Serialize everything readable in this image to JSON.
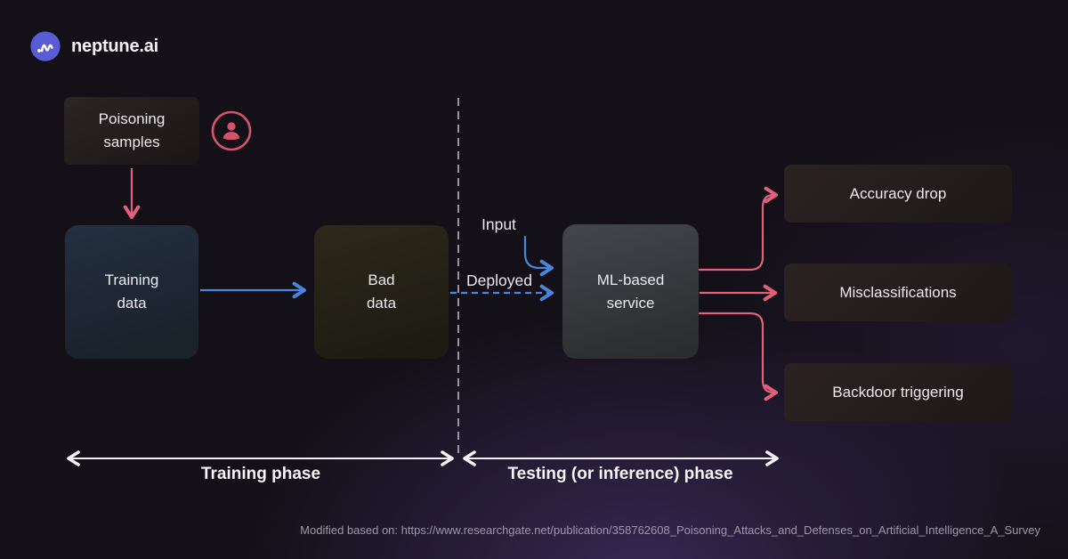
{
  "brand": {
    "name": "neptune.ai"
  },
  "nodes": {
    "poisoning_samples": {
      "line1": "Poisoning",
      "line2": "samples"
    },
    "training_data": {
      "line1": "Training",
      "line2": "data"
    },
    "bad_data": {
      "line1": "Bad",
      "line2": "data"
    },
    "ml_service": {
      "line1": "ML-based",
      "line2": "service"
    }
  },
  "outcomes": [
    {
      "label": "Accuracy drop"
    },
    {
      "label": "Misclassifications"
    },
    {
      "label": "Backdoor triggering"
    }
  ],
  "edge_labels": {
    "input": "Input",
    "deployed": "Deployed"
  },
  "phases": {
    "training": "Training phase",
    "testing": "Testing (or inference) phase"
  },
  "footer": {
    "citation": "Modified based on: https://www.researchgate.net/publication/358762608_Poisoning_Attacks_and_Defenses_on_Artificial_Intelligence_A_Survey"
  },
  "icons": {
    "logo": "neptune-wave-icon",
    "attacker": "attacker-person-icon"
  },
  "colors": {
    "pink_arrow": "#e4607a",
    "blue_arrow": "#4a84dd",
    "divider_gray": "#98969e",
    "phase_arrow_white": "#f2f1f4",
    "logo_circle_blue": "#5a5cd6",
    "background": "#131018"
  }
}
